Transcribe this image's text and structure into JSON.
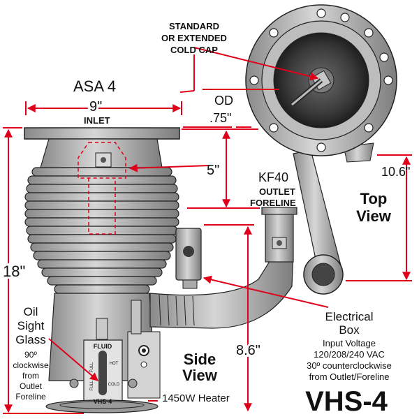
{
  "labels": {
    "inlet_standard": "ASA 4",
    "inlet_width": "9\"",
    "inlet": "INLET",
    "cold_cap_line1": "STANDARD",
    "cold_cap_line2": "OR EXTENDED",
    "cold_cap_line3": "COLD CAP",
    "od_line1": "OD",
    "od_line2": ".75\"",
    "dim_5": "5\"",
    "dim_18": "18\"",
    "dim_10_6": "10.6\"",
    "dim_8_6": "8.6\"",
    "kf40": "KF40",
    "outlet": "OUTLET",
    "foreline": "FORELINE",
    "top_view_1": "Top",
    "top_view_2": "View",
    "side_view_1": "Side",
    "side_view_2": "View",
    "oil_1": "Oil",
    "oil_2": "Sight",
    "oil_3": "Glass",
    "oil_note_1": "90º",
    "oil_note_2": "clockwise",
    "oil_note_3": "from",
    "oil_note_4": "Outlet",
    "oil_note_5": "Foreline",
    "elec_1": "Electrical",
    "elec_2": "Box",
    "elec_3": "Input Voltage",
    "elec_4": "120/208/240 VAC",
    "elec_5": "30º counterclockwise",
    "elec_6": "from Outlet/Foreline",
    "heater": "1450W Heater",
    "model": "VHS-4",
    "glass_fluid": "FLUID",
    "glass_full_left": "FULL",
    "glass_full_right": "FULL",
    "glass_hot": "HOT",
    "glass_cold": "COLD",
    "glass_model": "VHS-4"
  },
  "colors": {
    "body": "#b3b3b3",
    "body_dark": "#8c8c8c",
    "dimension": "#e0001a",
    "outline": "#222222"
  }
}
